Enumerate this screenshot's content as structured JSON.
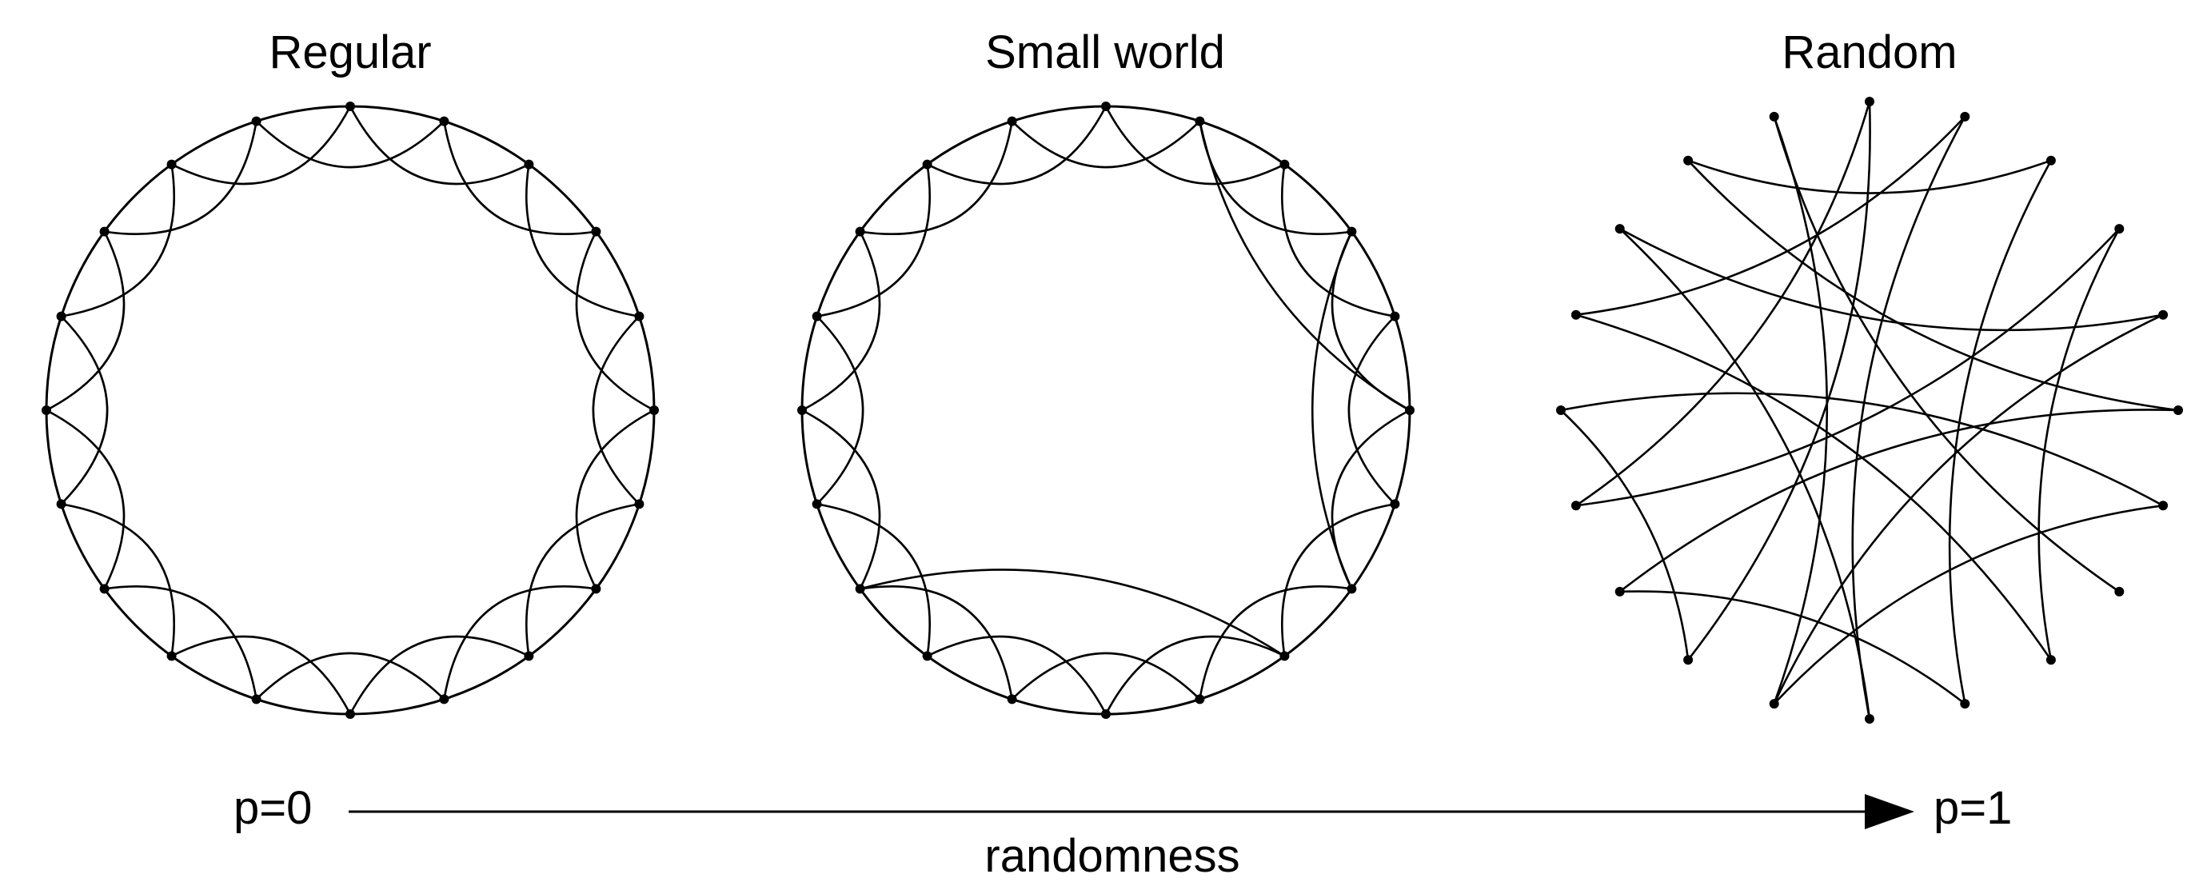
{
  "diagram": {
    "node_count": 20,
    "panels": [
      {
        "id": "regular",
        "title": "Regular",
        "show_ring": true,
        "missing_nodes": [],
        "long_edges": []
      },
      {
        "id": "small-world",
        "title": "Small world",
        "show_ring": true,
        "missing_nodes": [],
        "removed_edges": [
          [
            0,
            1
          ],
          [
            1,
            2
          ],
          [
            2,
            3
          ],
          [
            5,
            6
          ],
          [
            6,
            7
          ],
          [
            8,
            9
          ]
        ],
        "long_edges": [
          [
            1,
            5
          ],
          [
            13,
            8
          ],
          [
            7,
            3
          ]
        ]
      },
      {
        "id": "random",
        "title": "Random",
        "show_ring": false,
        "missing_nodes": [],
        "long_edges": [
          [
            0,
            12
          ],
          [
            0,
            14
          ],
          [
            1,
            10
          ],
          [
            1,
            16
          ],
          [
            2,
            9
          ],
          [
            3,
            14
          ],
          [
            3,
            8
          ],
          [
            4,
            17
          ],
          [
            4,
            11
          ],
          [
            5,
            13
          ],
          [
            5,
            18
          ],
          [
            6,
            15
          ],
          [
            7,
            19
          ],
          [
            8,
            16
          ],
          [
            9,
            13
          ],
          [
            10,
            17
          ],
          [
            11,
            19
          ],
          [
            12,
            15
          ],
          [
            18,
            2
          ],
          [
            6,
            11
          ]
        ]
      }
    ],
    "axis": {
      "left_label": "p=0",
      "right_label": "p=1",
      "caption": "randomness"
    },
    "colors": {
      "ink": "#000000",
      "background": "#ffffff"
    }
  }
}
